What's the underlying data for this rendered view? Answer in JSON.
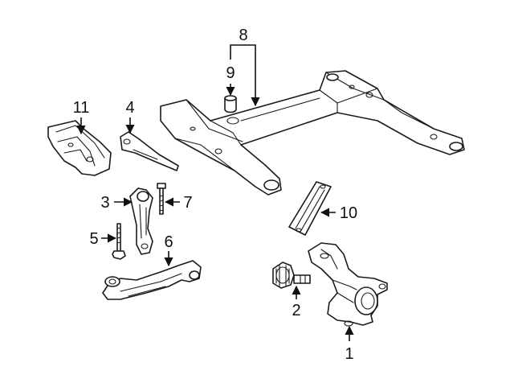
{
  "diagram": {
    "colors": {
      "line": "#1a1a1a",
      "background": "#ffffff"
    },
    "callouts": [
      {
        "id": "1",
        "label": "1"
      },
      {
        "id": "2",
        "label": "2"
      },
      {
        "id": "3",
        "label": "3"
      },
      {
        "id": "4",
        "label": "4"
      },
      {
        "id": "5",
        "label": "5"
      },
      {
        "id": "6",
        "label": "6"
      },
      {
        "id": "7",
        "label": "7"
      },
      {
        "id": "8",
        "label": "8"
      },
      {
        "id": "9",
        "label": "9"
      },
      {
        "id": "10",
        "label": "10"
      },
      {
        "id": "11",
        "label": "11"
      }
    ]
  }
}
